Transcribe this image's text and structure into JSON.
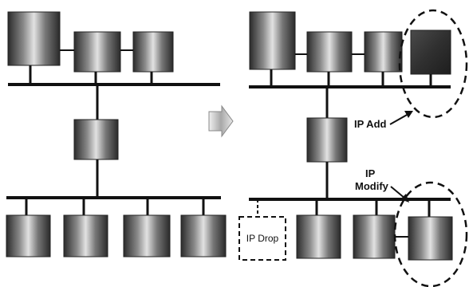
{
  "labels": {
    "ip_add": "IP Add",
    "ip_modify_line1": "IP",
    "ip_modify_line2": "Modify",
    "ip_drop": "IP Drop"
  },
  "colors": {
    "line": "#111111",
    "box_dark": "#2a2a2a",
    "box_light": "#dcdcdc",
    "dashed": "#111111",
    "arrow_fill": "#cfcfcf"
  },
  "icons": {
    "transition": "right-arrow-icon"
  }
}
